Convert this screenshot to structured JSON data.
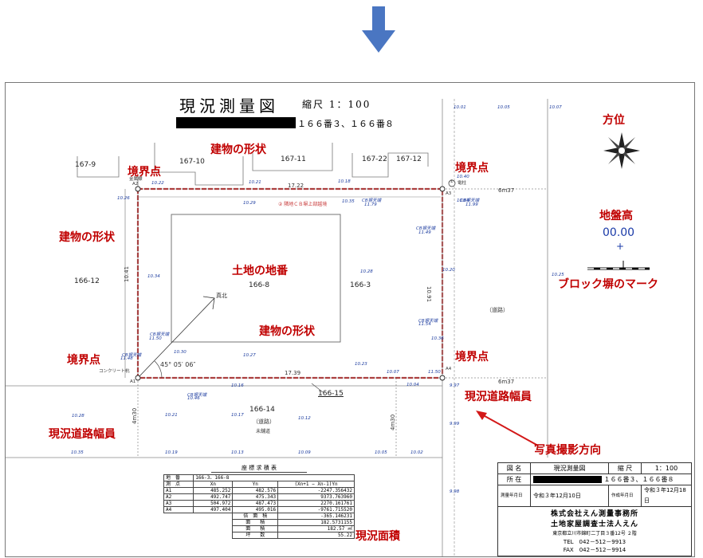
{
  "title": "現況測量図",
  "scale": "縮尺 1：100",
  "address_suffix": "１６６番３、１６６番８",
  "parcels": {
    "p167_9": "167-9",
    "p167_10": "167-10",
    "p167_11": "167-11",
    "p167_22": "167-22",
    "p167_12": "167-12",
    "p166_12": "166-12",
    "p166_8": "166-8",
    "p166_3": "166-3",
    "p166_15": "166-15",
    "p166_14": "166-14",
    "road": "（道路）",
    "road_right": "（道路）",
    "unpaved": "未舗道"
  },
  "points": {
    "a1": "A1",
    "a2": "A2",
    "a3": "A3",
    "a4": "A4",
    "concrete": "コンクリート杭",
    "metal": "金属標",
    "pole": "電柱",
    "pole_no": "①"
  },
  "dims": {
    "top": "17.22",
    "bottom": "17.39",
    "left": "10.41",
    "right": "10.91",
    "road_top": "6m37",
    "road_bottom": "6m37",
    "road_left": "4m30",
    "road_right": "4m30",
    "angle": "45° 05′ 06″",
    "north": "真北"
  },
  "wall_note": "② 隣地ＣＢ塀上部越境",
  "elevations": [
    "10.22",
    "10.21",
    "10.26",
    "10.29",
    "10.18",
    "10.35",
    "11.79",
    "10.01",
    "10.05",
    "10.07",
    "10.40",
    "10.04",
    "11.99",
    "11.49",
    "10.34",
    "10.28",
    "10.20",
    "10.25",
    "11.50",
    "11.48",
    "10.27",
    "10.23",
    "10.07",
    "11.54",
    "10.30",
    "11.50",
    "10.16",
    "10.46",
    "10.04",
    "9.97",
    "10.28",
    "10.21",
    "10.17",
    "10.12",
    "10.09",
    "10.35",
    "10.19",
    "10.13",
    "10.05",
    "10.02",
    "10.36",
    "9.99",
    "9.98"
  ],
  "block_walls": [
    "CB塀天端",
    "CB塀天端",
    "CB塀天端",
    "CB塀天端",
    "CB塀天端",
    "CB塀天端",
    "CB塀天端"
  ],
  "annotations": {
    "building_shape_1": "建物の形状",
    "building_shape_2": "建物の形状",
    "building_shape_3": "建物の形状",
    "boundary_1": "境界点",
    "boundary_2": "境界点",
    "boundary_3": "境界点",
    "boundary_4": "境界点",
    "lot_number": "土地の地番",
    "orientation": "方位",
    "ground_height": "地盤高",
    "ground_height_value": "00.00",
    "ground_height_plus": "+",
    "block_wall_mark": "ブロック塀のマーク",
    "road_width_1": "現況道路幅員",
    "road_width_2": "現況道路幅員",
    "photo_direction": "写真撮影方向",
    "area": "現況面積"
  },
  "coord_table": {
    "title": "座 標 求 積 表",
    "lot_label": "地　番",
    "lot_value": "166-3、166-8",
    "headers": [
      "測　点",
      "Xn",
      "Yn",
      "(Xn+1 − Xn-1)Yn"
    ],
    "rows": [
      [
        "A1",
        "485.252",
        "482.576",
        "-2247.356432"
      ],
      [
        "A2",
        "492.747",
        "475.343",
        "9373.763960"
      ],
      [
        "A3",
        "504.972",
        "487.473",
        "2270.161761"
      ],
      [
        "A4",
        "497.404",
        "495.016",
        "-9761.715520"
      ]
    ],
    "summary": [
      [
        "倍　面　積",
        "-365.146231",
        ""
      ],
      [
        "面　　積",
        "182.5731155",
        ""
      ],
      [
        "面　　積",
        "182.57",
        "㎡"
      ],
      [
        "坪　　数",
        "55.22",
        ""
      ]
    ]
  },
  "title_block": {
    "name_label": "図 名",
    "name_value": "現況測量図",
    "scale_label": "縮 尺",
    "scale_value": "1：100",
    "location_label": "所 在",
    "location_value": "１６６番３、１６６番８",
    "survey_date_label": "測量年月日",
    "survey_date": "令和３年12月10日",
    "made_date_label": "作成年月日",
    "made_date": "令和３年12月18日",
    "company": "株式会社えん測量事務所",
    "office": "土地家屋調査士法人えん",
    "address": "東京都立川市錦町二丁目３番12号 ２階",
    "tel": "TEL　042－512－9913",
    "fax": "FAX　042－512－9914"
  },
  "colors": {
    "arrow": "#4a76c2",
    "annotation": "#c00000",
    "elevation": "#1a3a9e",
    "wall": "#c83a3a",
    "ground_value": "#1a3aa8"
  }
}
